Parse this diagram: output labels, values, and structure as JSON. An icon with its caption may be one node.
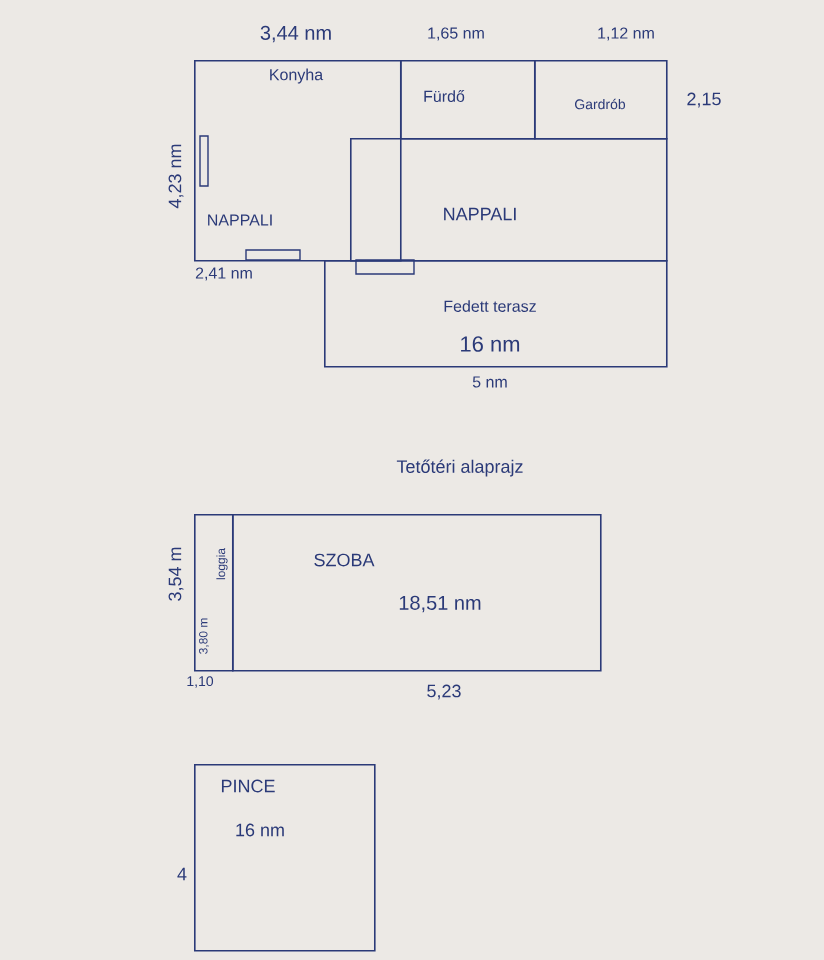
{
  "diagram": {
    "nodes": [
      {
        "text": [
          "Konyha",
          "NAPPALI"
        ]
      },
      {
        "text": [
          "Fürdő"
        ]
      },
      {
        "text": [
          "Gardrób"
        ]
      },
      {
        "text": [
          "NAPPALI"
        ]
      },
      {
        "text": [
          "Fedett terasz",
          "16 nm"
        ]
      },
      {
        "text": [
          "loggia",
          "3,80 m"
        ]
      },
      {
        "text": [
          "SZOBA",
          "18,51 nm"
        ]
      },
      {
        "text": [
          "PINCE",
          "16 nm"
        ]
      }
    ],
    "labels": [
      "3,44 nm",
      "1,65 nm",
      "1,12 nm",
      "2,15",
      "4,23 nm",
      "2,41 nm",
      "5 nm",
      "Tetőtéri alaprajz",
      "3,54 m",
      "1,10",
      "5,23",
      "4"
    ]
  }
}
